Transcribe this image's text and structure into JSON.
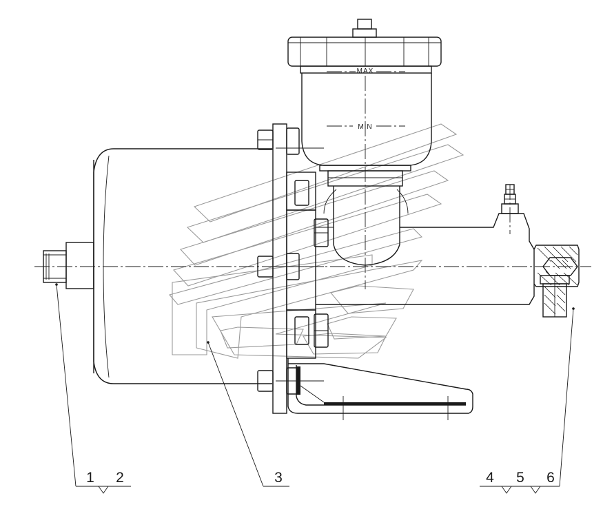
{
  "gauge": {
    "max": "MAX",
    "min": "MIN"
  },
  "callouts": [
    {
      "id": "1",
      "text": "1"
    },
    {
      "id": "2",
      "text": "2"
    },
    {
      "id": "3",
      "text": "3"
    },
    {
      "id": "4",
      "text": "4"
    },
    {
      "id": "5",
      "text": "5"
    },
    {
      "id": "6",
      "text": "6"
    }
  ]
}
